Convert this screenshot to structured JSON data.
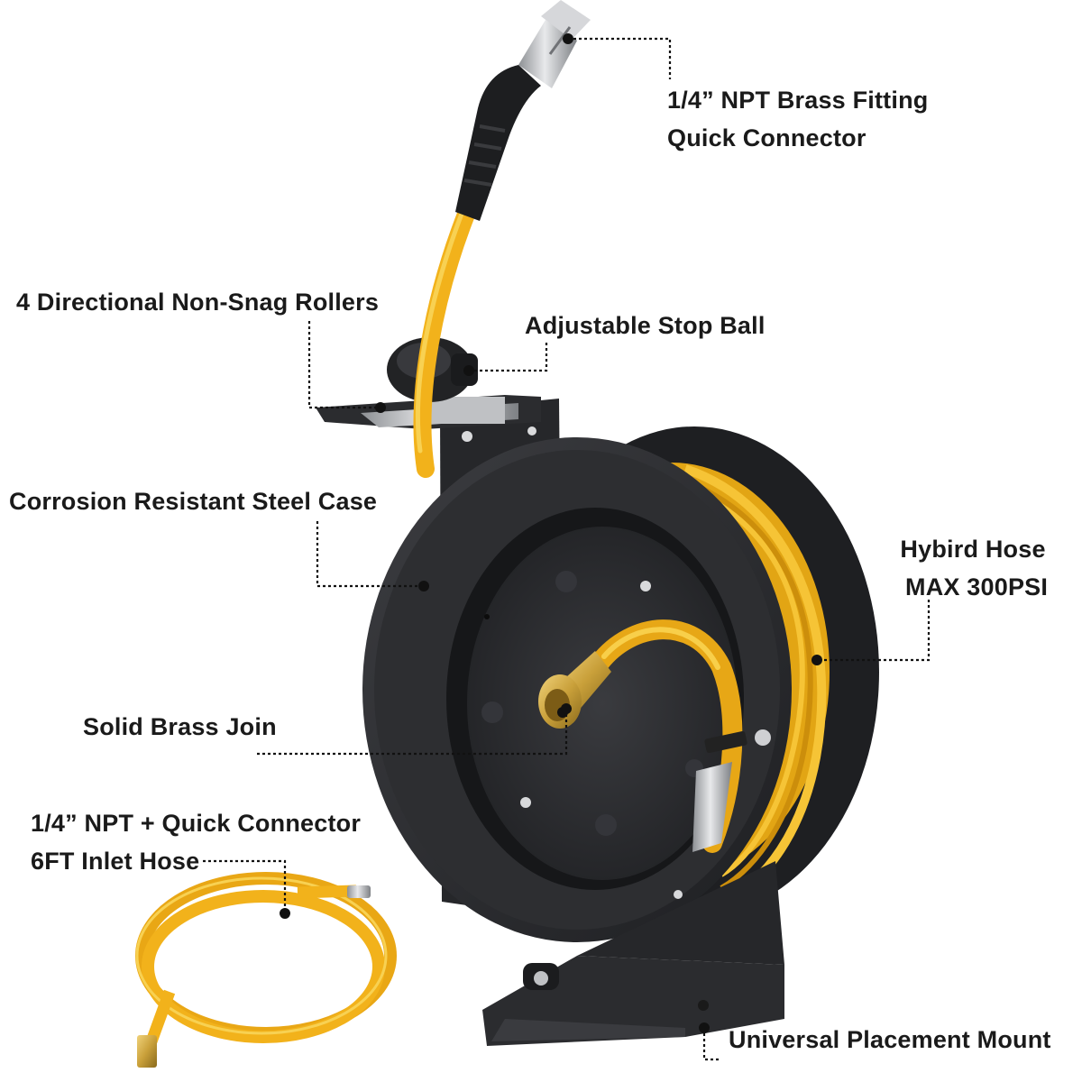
{
  "callouts": {
    "brass_fitting": {
      "line1": "1/4” NPT Brass Fitting",
      "line2": "Quick Connector"
    },
    "rollers": "4 Directional Non-Snag Rollers",
    "stop_ball": "Adjustable Stop Ball",
    "steel_case": "Corrosion Resistant Steel Case",
    "hose": {
      "line1": "Hybird Hose",
      "line2": "MAX 300PSI"
    },
    "brass_join": "Solid Brass Join",
    "inlet_hose": {
      "line1": "1/4” NPT + Quick Connector",
      "line2": "6FT Inlet Hose"
    },
    "mount": "Universal Placement Mount"
  },
  "colors": {
    "reel_body": "#2b2c2f",
    "reel_dark": "#1c1d1f",
    "hose_yellow": "#f2b21b",
    "hose_shade": "#d9960c",
    "brass": "#c9a03a",
    "steel": "#c7c9cc",
    "leader": "#111111"
  }
}
